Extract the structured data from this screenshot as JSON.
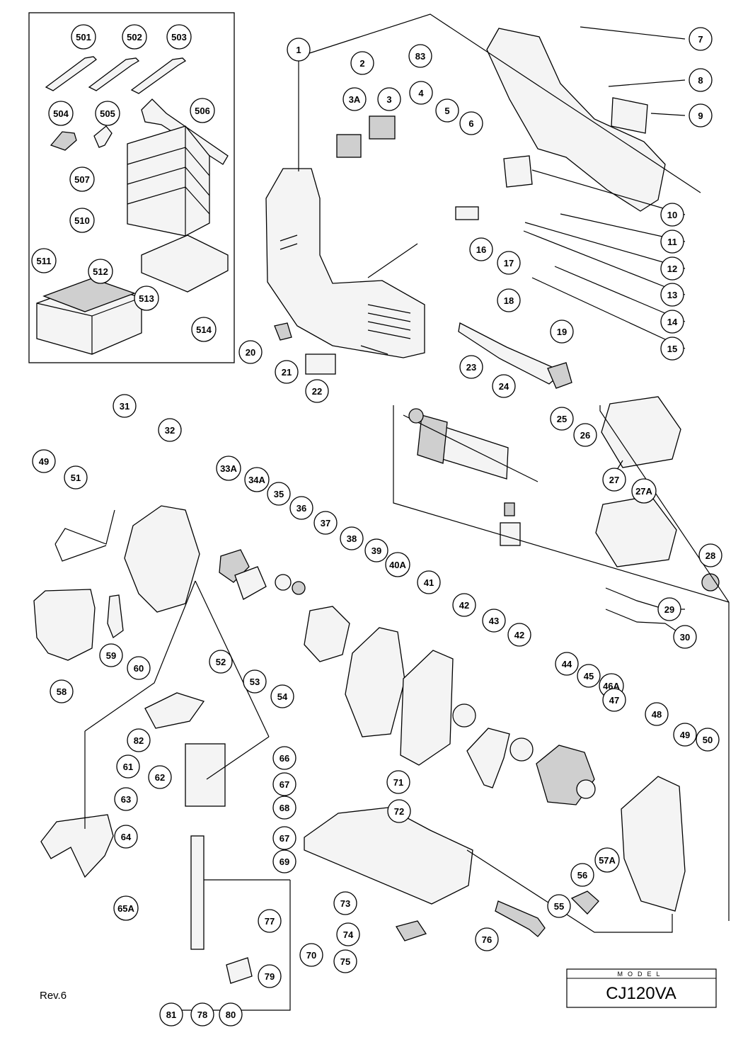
{
  "revision": "Rev.6",
  "model_box": {
    "caption": "MODEL",
    "value": "CJ120VA"
  },
  "callouts": [
    "501",
    "502",
    "503",
    "504",
    "505",
    "506",
    "507",
    "510",
    "511",
    "512",
    "513",
    "514",
    "1",
    "2",
    "3",
    "3A",
    "4",
    "5",
    "6",
    "83",
    "7",
    "8",
    "9",
    "10",
    "11",
    "12",
    "13",
    "14",
    "15",
    "16",
    "17",
    "18",
    "19",
    "20",
    "21",
    "22",
    "23",
    "24",
    "25",
    "26",
    "27",
    "27A",
    "28",
    "29",
    "30",
    "31",
    "32",
    "33A",
    "34A",
    "35",
    "36",
    "37",
    "38",
    "39",
    "40A",
    "41",
    "42",
    "43",
    "42",
    "44",
    "45",
    "46A",
    "47",
    "48",
    "49",
    "50",
    "49",
    "51",
    "52",
    "53",
    "54",
    "58",
    "59",
    "60",
    "61",
    "62",
    "82",
    "63",
    "64",
    "65A",
    "66",
    "67",
    "68",
    "67",
    "69",
    "70",
    "77",
    "79",
    "78",
    "80",
    "81",
    "71",
    "72",
    "73",
    "74",
    "75",
    "76",
    "55",
    "56",
    "57A"
  ]
}
